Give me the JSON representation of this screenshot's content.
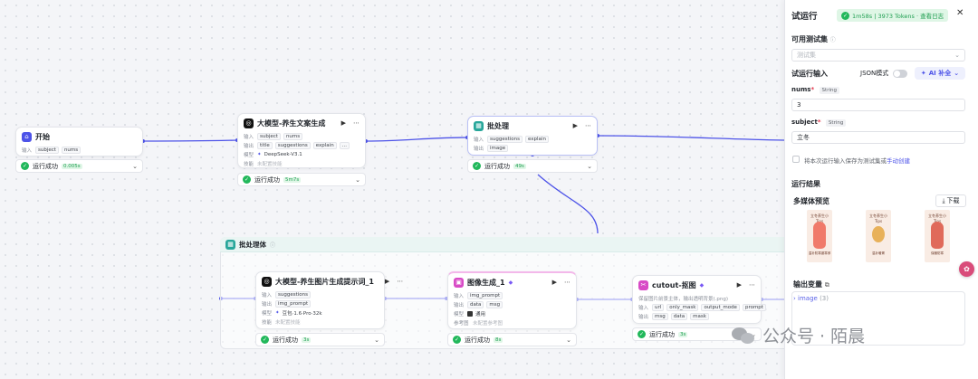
{
  "workflow": {
    "start": {
      "title": "开始",
      "input_label": "输入",
      "inputs": [
        "subject",
        "nums"
      ],
      "status": "运行成功",
      "time": "0.005s"
    },
    "llm": {
      "title": "大模型-养生文案生成",
      "input_label": "输入",
      "inputs": [
        "subject",
        "nums"
      ],
      "output_label": "输出",
      "outputs": [
        "title",
        "suggestions",
        "explain",
        "..."
      ],
      "model_label": "模型",
      "model": "DeepSeek-V3.1",
      "skill_label": "技能",
      "skill": "未配置技能",
      "status": "运行成功",
      "time": "5m7s"
    },
    "batch": {
      "title": "批处理",
      "input_label": "输入",
      "inputs": [
        "suggestions",
        "explain"
      ],
      "output_label": "输出",
      "outputs": [
        "image"
      ],
      "status": "运行成功",
      "time": "49s"
    },
    "batch_body": {
      "title": "批处理体"
    },
    "llm2": {
      "title": "大模型-养生图片生成提示词_1",
      "input_label": "输入",
      "inputs": [
        "suggestions"
      ],
      "output_label": "输出",
      "outputs": [
        "img_prompt"
      ],
      "model_label": "模型",
      "model": "豆包·1.6·Pro·32k",
      "skill_label": "技能",
      "skill": "未配置技能",
      "status": "运行成功",
      "time": "3s"
    },
    "imggen": {
      "title": "图像生成_1",
      "input_label": "输入",
      "inputs": [
        "img_prompt"
      ],
      "output_label": "输出",
      "outputs": [
        "data",
        "msg"
      ],
      "model_label": "模型",
      "model": "通用",
      "ref_label": "参考图",
      "ref": "未配置参考图",
      "status": "运行成功",
      "time": "8s"
    },
    "cutout": {
      "title": "cutout-抠图",
      "desc": "保留图片前景主体，输出透明背景(.png)",
      "input_label": "输入",
      "inputs": [
        "url",
        "only_mask",
        "output_mode",
        "prompt"
      ],
      "output_label": "输出",
      "outputs": [
        "msg",
        "data",
        "mask"
      ],
      "status": "运行成功",
      "time": "3s"
    }
  },
  "panel": {
    "title": "试运行",
    "badge": "1m58s | 3973 Tokens · 查看日志",
    "testset_label": "可用测试集",
    "testset_placeholder": "测试集",
    "run_input_label": "试运行输入",
    "json_mode_label": "JSON模式",
    "ai_fill_label": "AI 补全",
    "nums_label": "nums",
    "nums_type": "String",
    "nums_value": "3",
    "subject_label": "subject",
    "subject_type": "String",
    "subject_value": "立冬",
    "save_text": "将本次运行输入保存为测试集或",
    "save_link": "手动创建",
    "result_label": "运行结果",
    "media_label": "多媒体预览",
    "download_label": "下载",
    "thumbs": [
      {
        "title": "立冬养生小Tips",
        "caption": "温补防寒避寒邪"
      },
      {
        "title": "立冬养生小Tips",
        "caption": "温补暖胃"
      },
      {
        "title": "立冬养生小Tips",
        "caption": "保暖防寒"
      }
    ],
    "output_vars_label": "输出变量",
    "output_item": "image",
    "output_count": "(3)"
  },
  "watermark": {
    "text": "公众号 · 陌晨"
  },
  "colors": {
    "accent": "#4d53e8",
    "success": "#22b85b",
    "danger": "#e2384d"
  }
}
